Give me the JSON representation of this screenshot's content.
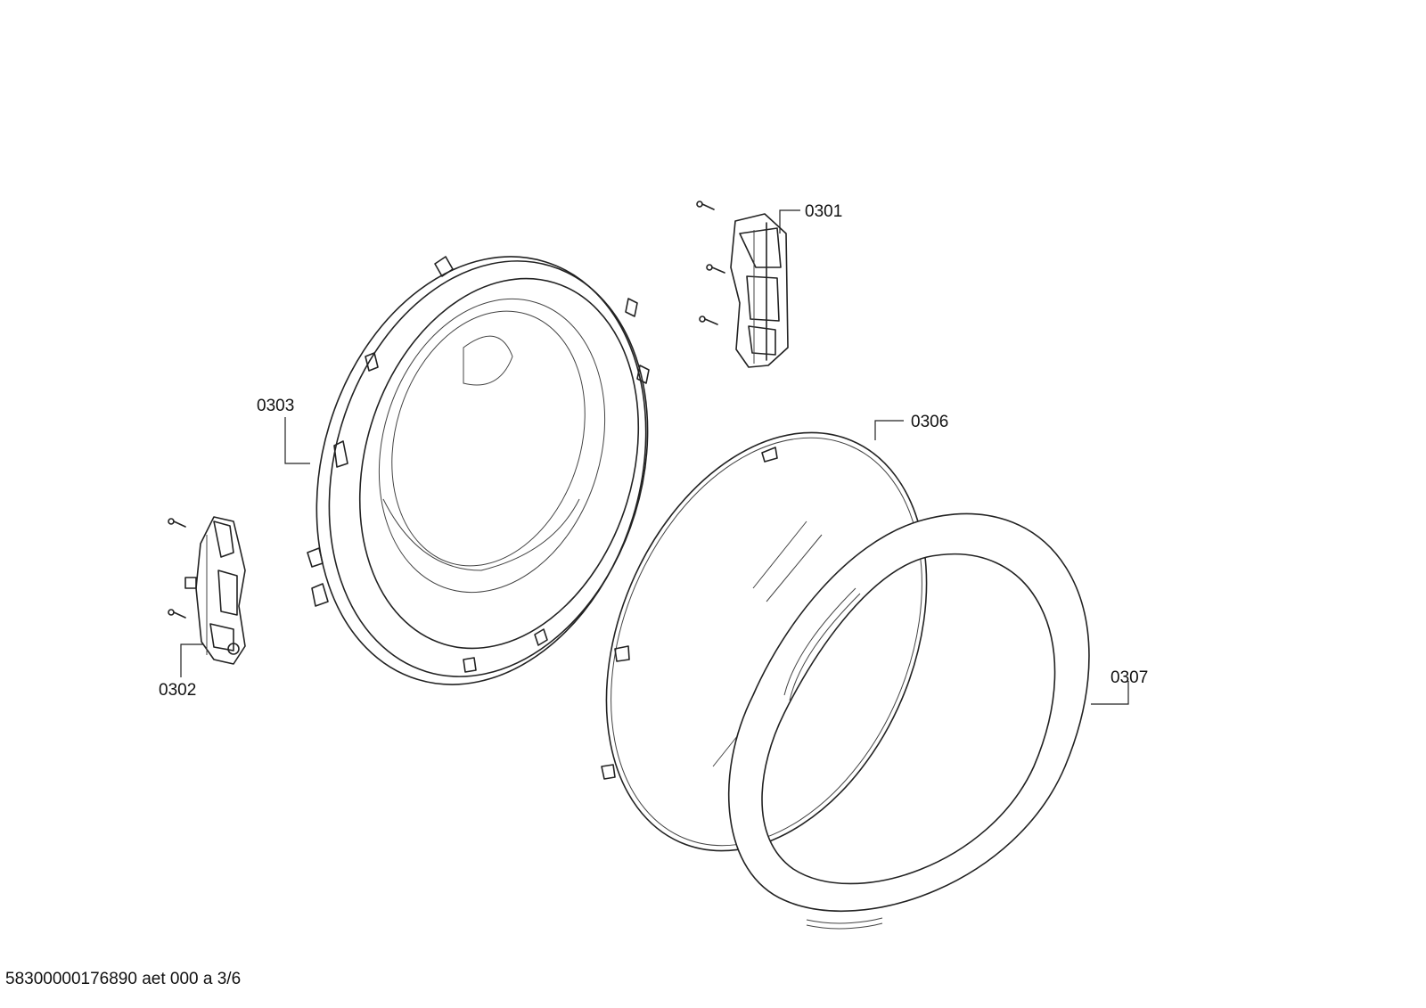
{
  "parts": [
    {
      "id": "0301"
    },
    {
      "id": "0302"
    },
    {
      "id": "0303"
    },
    {
      "id": "0306"
    },
    {
      "id": "0307"
    }
  ],
  "footer": {
    "text": "58300000176890 aet 000 a 3/6"
  }
}
